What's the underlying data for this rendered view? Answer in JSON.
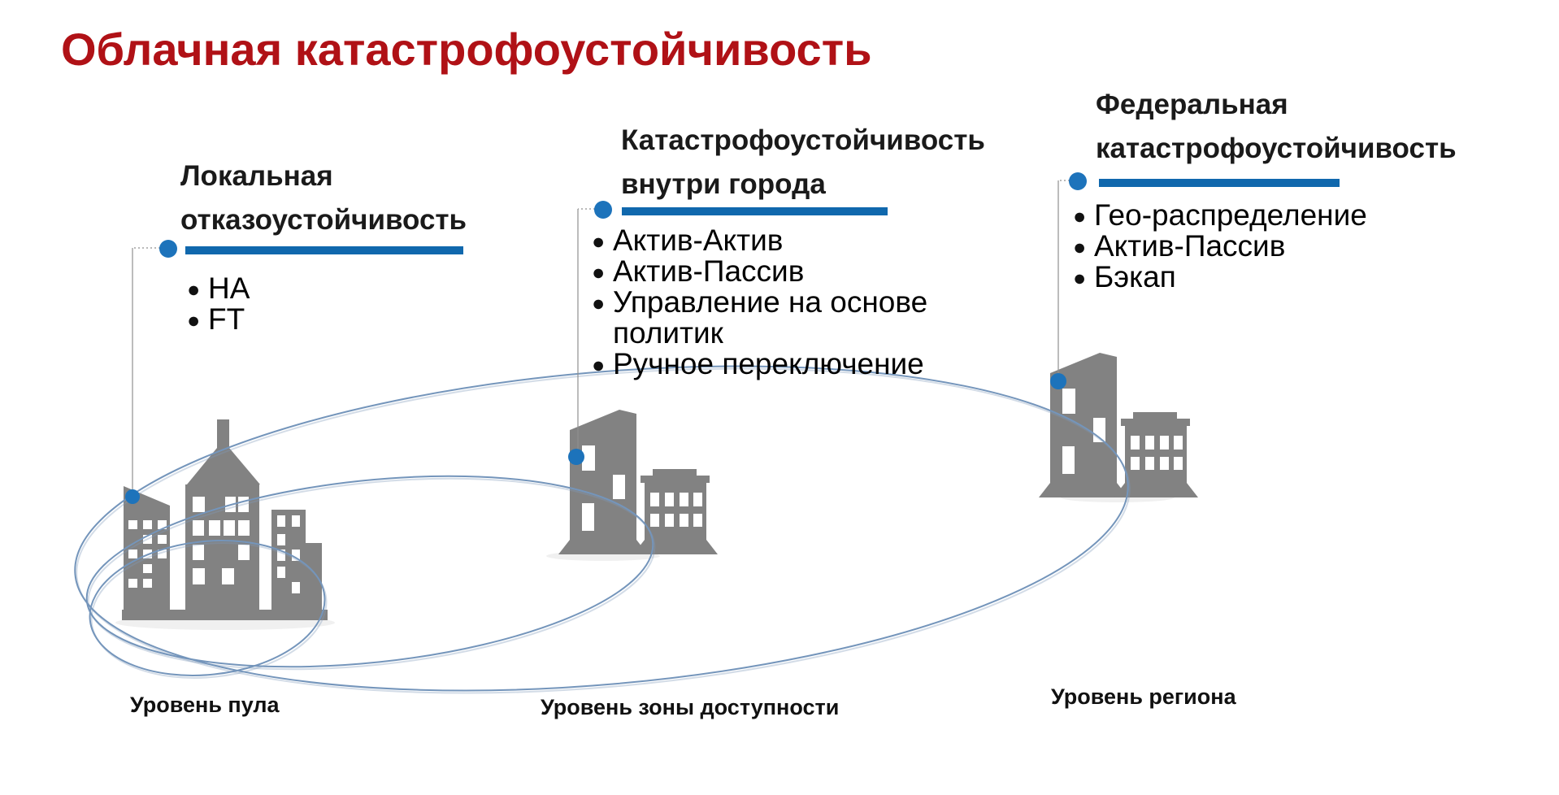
{
  "title": {
    "text": "Облачная катастрофоустойчивость"
  },
  "sections": [
    {
      "id": "local",
      "heading": "Локальная отказоустойчивость",
      "bullets": [
        "HA",
        "FT"
      ],
      "level_label": "Уровень пула"
    },
    {
      "id": "city",
      "heading": "Катастрофоустойчивость внутри города",
      "bullets": [
        "Актив-Актив",
        "Актив-Пассив",
        "Управление на основе политик",
        "Ручное переключение"
      ],
      "level_label": "Уровень зоны доступности"
    },
    {
      "id": "federal",
      "heading": "Федеральная катастрофоустойчивость",
      "bullets": [
        "Гео-распределение",
        "Актив-Пассив",
        "Бэкап"
      ],
      "level_label": "Уровень региона"
    }
  ],
  "icons": {
    "left_cluster": "city-skyline-icon",
    "middle_cluster": "building-pair-icon",
    "right_cluster": "building-pair-icon",
    "markers": "connector-dot-icon"
  },
  "colors": {
    "title_red": "#b01116",
    "accent_bar_blue": "#1068ad",
    "dot_blue": "#1d73bb",
    "building_gray": "#828282",
    "ellipse_blue": "#7495bb",
    "connector_gray": "#8f8f8f",
    "text_black": "#111111"
  }
}
